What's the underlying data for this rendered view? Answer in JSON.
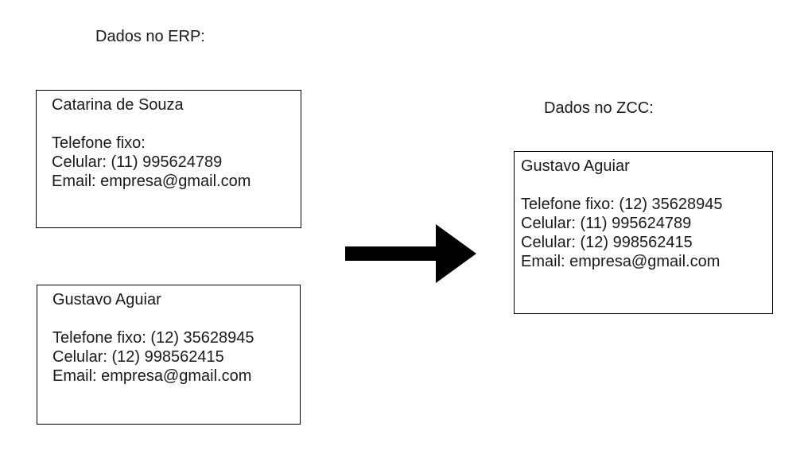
{
  "headings": {
    "erp": "Dados no ERP:",
    "zcc": "Dados no ZCC:"
  },
  "erp_cards": [
    {
      "name": "Catarina de Souza",
      "lines": [
        "Telefone fixo:",
        "Celular: (11) 995624789",
        "Email: empresa@gmail.com"
      ]
    },
    {
      "name": "Gustavo Aguiar",
      "lines": [
        "Telefone fixo: (12) 35628945",
        "Celular: (12) 998562415",
        "Email: empresa@gmail.com"
      ]
    }
  ],
  "zcc_card": {
    "name": "Gustavo Aguiar",
    "lines": [
      "Telefone fixo: (12) 35628945",
      "Celular: (11) 995624789",
      "Celular: (12) 998562415",
      "Email: empresa@gmail.com"
    ]
  },
  "colors": {
    "stroke": "#000000",
    "text": "#1a1a1a",
    "background": "#ffffff"
  },
  "icons": {
    "arrow": "arrow-right-icon"
  }
}
